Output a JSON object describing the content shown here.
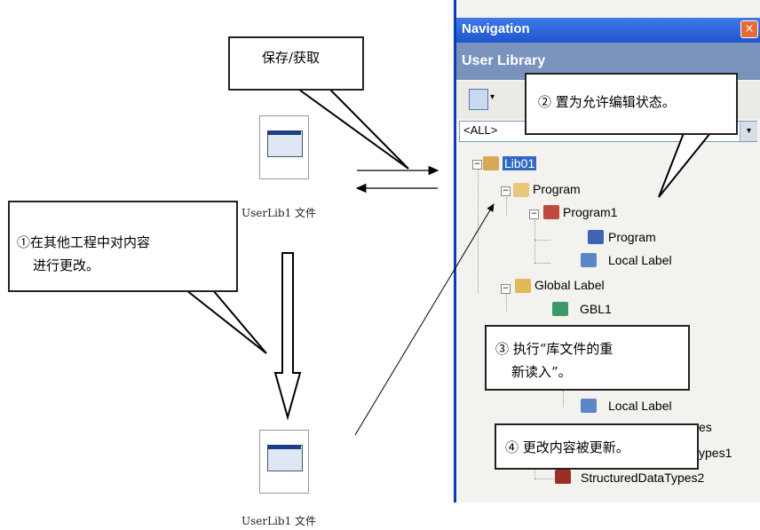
{
  "panel": {
    "title": "Navigation",
    "close": "×",
    "section": "User Library",
    "toolbar_arrow": "▾",
    "filter_value": "<ALL>",
    "filter_arrow": "▾"
  },
  "tree": {
    "lib": "Lib01",
    "program": "Program",
    "program1": "Program1",
    "program_leaf": "Program",
    "local_label": "Local Label",
    "global_label": "Global Label",
    "gbl1": "GBL1",
    "local_label_2": "Local Label",
    "types_partial": "es",
    "types1_partial": "ypes1",
    "types2": "StructuredDataTypes2"
  },
  "files": {
    "top_caption": "UserLib1 文件",
    "bottom_caption": "UserLib1 文件"
  },
  "callouts": {
    "save_get": "保存/获取",
    "step2": "② 置为允许编辑状态。",
    "step1_line1": "①在其他工程中对内容",
    "step1_line2": "进行更改。",
    "step3_line1": "③ 执行“库文件的重",
    "step3_line2": "新读入”。",
    "step4": "④ 更改内容被更新。"
  },
  "colors": {
    "title_blue": "#1f55cf",
    "section_gray_blue": "#7a93bd",
    "selection": "#316ac5"
  }
}
